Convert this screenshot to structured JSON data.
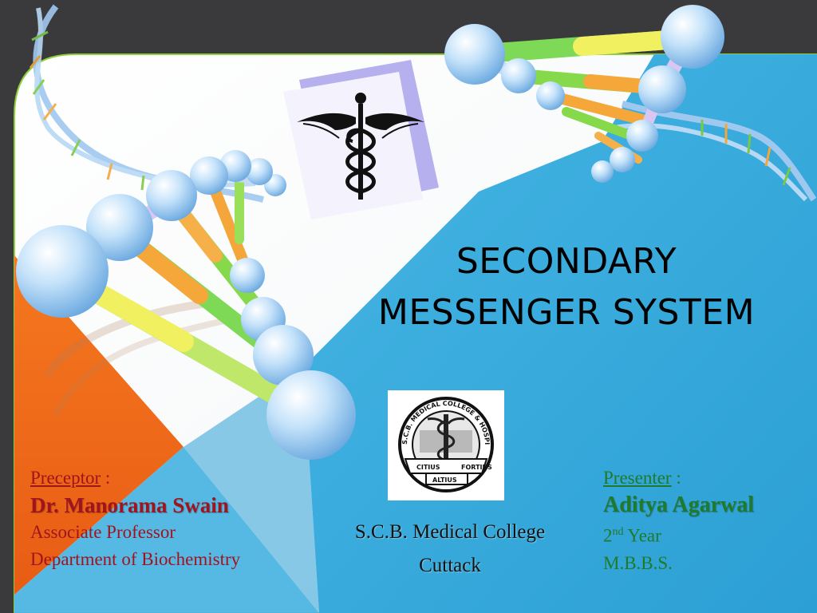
{
  "slide": {
    "title_line1": "SECONDARY",
    "title_line2": "MESSENGER SYSTEM",
    "preceptor": {
      "role": "Preceptor",
      "sep": " :",
      "name": "Dr. Manorama Swain",
      "designation": "Associate Professor",
      "department": "Department of Biochemistry"
    },
    "presenter": {
      "role": "Presenter",
      "sep": " :",
      "name": "Aditya Agarwal",
      "year_num": "2",
      "year_sup": "nd",
      "year_word": " Year",
      "course": "M.B.B.S."
    },
    "college": {
      "line1": "S.C.B. Medical College",
      "line2": "Cuttack"
    },
    "seal": {
      "arc_text": "S.C.B. MEDICAL COLLEGE & HOSPITAL",
      "motto_left": "CITIUS",
      "motto_mid": "ALTIUS",
      "motto_right": "FORTIUS"
    },
    "colors": {
      "frame": "#3a3a3d",
      "blue": "#35a9dc",
      "orange": "#ef6a1c",
      "green_border": "#8ccf3b",
      "preceptor_text": "#a0141e",
      "presenter_text": "#1f7a2a",
      "purple_card": "#b7b0ee"
    },
    "icons": [
      "dna-helix-icon",
      "caduceus-icon",
      "college-seal-icon"
    ]
  }
}
